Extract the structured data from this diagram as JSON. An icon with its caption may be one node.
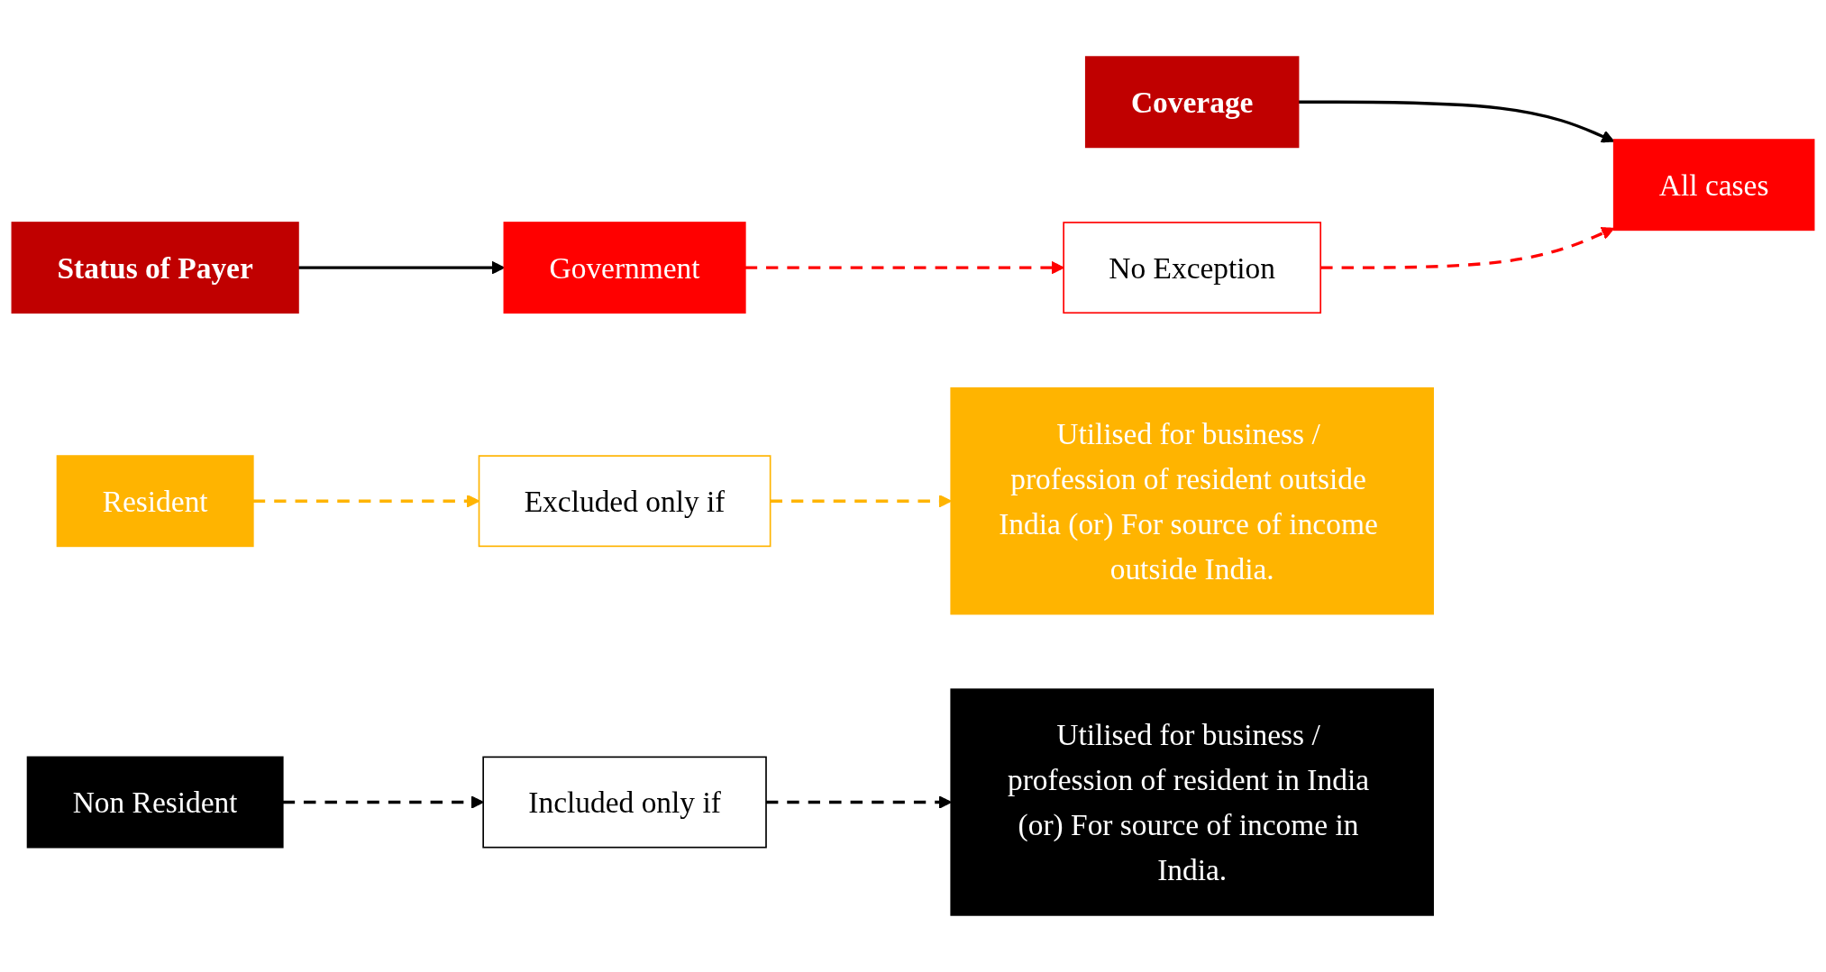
{
  "diagram": {
    "nodes": [
      {
        "text": [
          "Status of Payer"
        ]
      },
      {
        "text": [
          "Coverage"
        ]
      },
      {
        "text": [
          "Government"
        ]
      },
      {
        "text": [
          "No Exception"
        ]
      },
      {
        "text": [
          "All cases"
        ]
      },
      {
        "text": [
          "Resident"
        ]
      },
      {
        "text": [
          "Excluded only if"
        ]
      },
      {
        "text": [
          "Utilised for business / profession of resident outside India (or) For source of income outside India."
        ]
      },
      {
        "text": [
          "Non Resident"
        ]
      },
      {
        "text": [
          "Included only if"
        ]
      },
      {
        "text": [
          "Utilised for business / profession of resident in India (or) For source of income in India."
        ]
      }
    ],
    "edges": [
      {
        "from": 0,
        "to": 2,
        "arrow": "to"
      },
      {
        "from": 1,
        "to": 4,
        "arrow": "to"
      },
      {
        "from": 2,
        "to": 3,
        "arrow": "to",
        "style": "dashed",
        "color": "#ff0000"
      },
      {
        "from": 3,
        "to": 4,
        "arrow": "to",
        "style": "dashed",
        "color": "#ff0000"
      },
      {
        "from": 5,
        "to": 6,
        "arrow": "to",
        "style": "dashed",
        "color": "#ffb400"
      },
      {
        "from": 6,
        "to": 7,
        "arrow": "to",
        "style": "dashed",
        "color": "#ffb400"
      },
      {
        "from": 8,
        "to": 9,
        "arrow": "to",
        "style": "dashed"
      },
      {
        "from": 9,
        "to": 10,
        "arrow": "to",
        "style": "dashed"
      }
    ]
  }
}
